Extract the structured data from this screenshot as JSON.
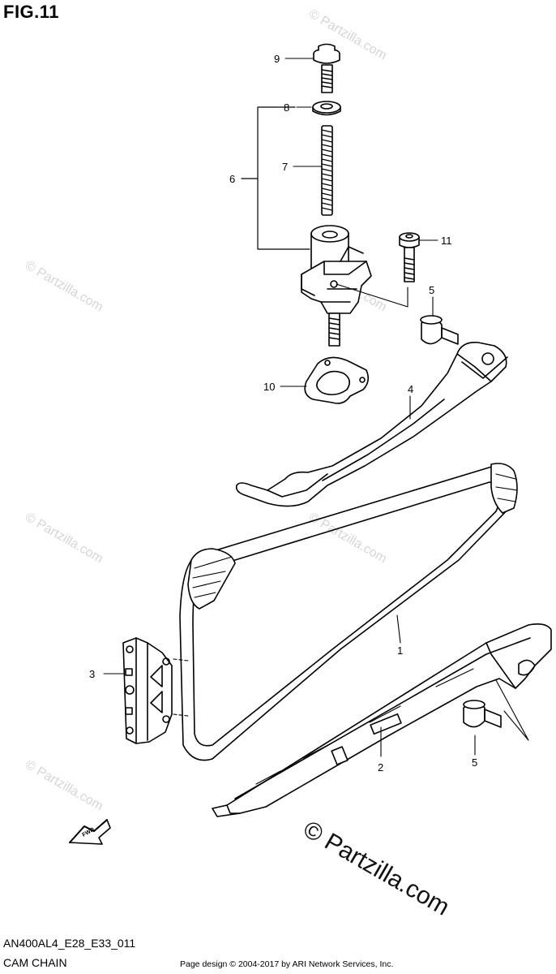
{
  "figure": {
    "title": "FIG.11"
  },
  "footer": {
    "model_code": "AN400AL4_E28_E33_011",
    "diagram_title": "CAM CHAIN",
    "credit": "Page design © 2004-2017 by ARI Network Services, Inc."
  },
  "watermark": {
    "text": "© Partzilla.com"
  },
  "direction_arrow": {
    "label": "FWD"
  },
  "callouts": {
    "c1": "1",
    "c2": "2",
    "c3": "3",
    "c4": "4",
    "c5a": "5",
    "c5b": "5",
    "c6": "6",
    "c7": "7",
    "c8": "8",
    "c9": "9",
    "c10": "10",
    "c11": "11"
  }
}
